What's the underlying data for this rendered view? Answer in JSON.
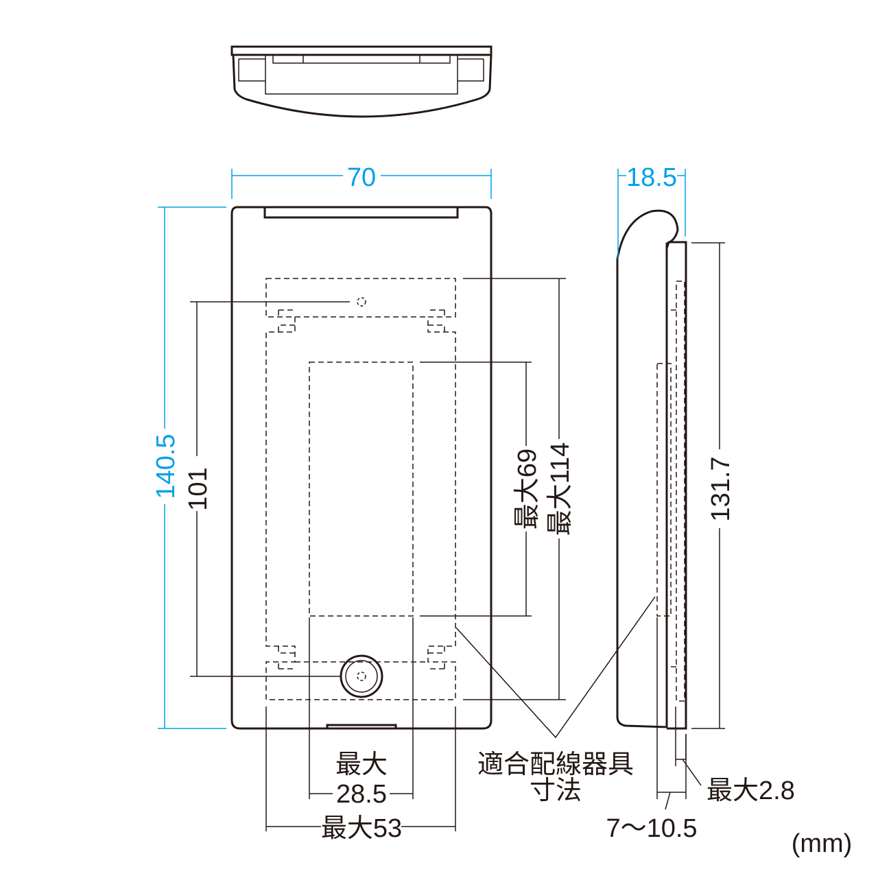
{
  "dimensions": {
    "width": "70",
    "height": "140.5",
    "hole_pitch": "101",
    "max_69": "最大69",
    "max_114": "最大114",
    "max_label": "最大",
    "max_28_5": "28.5",
    "max_53": "最大53",
    "depth": "18.5",
    "side_height": "131.7",
    "depth_range": "7〜10.5",
    "max_2_8": "最大2.8"
  },
  "annotations": {
    "compatible_line1": "適合配線器具",
    "compatible_line2": "寸法",
    "unit": "(mm)"
  },
  "colors": {
    "dimension_blue": "#00a0e9",
    "line": "#231815"
  }
}
